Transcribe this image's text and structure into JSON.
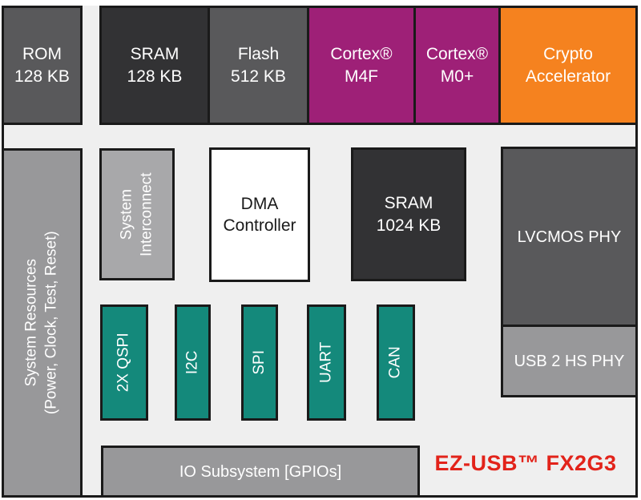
{
  "diagram": {
    "product_label": "EZ-USB™ FX2G3",
    "palette": {
      "dark_gray": "#59595B",
      "near_black": "#323234",
      "gray": "#98989A",
      "light_gray": "#A8A8AA",
      "magenta": "#9E2077",
      "orange": "#F5821F",
      "teal": "#14897B",
      "red": "#E2231A",
      "white": "#FFFFFF",
      "body_bg": "#EFEFEF",
      "border": "#1A1A1A"
    },
    "top_row": [
      {
        "name": "rom",
        "lines": "ROM\n128 KB"
      },
      {
        "name": "sram-128",
        "lines": "SRAM\n128 KB"
      },
      {
        "name": "flash",
        "lines": "Flash\n512 KB"
      },
      {
        "name": "cortex-m4f",
        "lines": "Cortex®\nM4F"
      },
      {
        "name": "cortex-m0plus",
        "lines": "Cortex®\nM0+"
      },
      {
        "name": "crypto-accelerator",
        "lines": "Crypto\nAccelerator"
      }
    ],
    "system_resources": {
      "line1": "System Resources",
      "line2": "(Power, Clock, Test, Reset)"
    },
    "system_interconnect": {
      "line1": "System",
      "line2": "Interconnect"
    },
    "dma_controller": {
      "lines": "DMA\nController"
    },
    "sram_1024": {
      "lines": "SRAM\n1024 KB"
    },
    "lvcmos_phy": {
      "label": "LVCMOS PHY"
    },
    "usb2_hs_phy": {
      "label": "USB 2 HS PHY"
    },
    "peripherals": [
      {
        "name": "qspi",
        "label": "2X QSPI"
      },
      {
        "name": "i2c",
        "label": "I2C"
      },
      {
        "name": "spi",
        "label": "SPI"
      },
      {
        "name": "uart",
        "label": "UART"
      },
      {
        "name": "can",
        "label": "CAN"
      }
    ],
    "io_subsystem": {
      "label": "IO Subsystem [GPIOs]"
    }
  }
}
